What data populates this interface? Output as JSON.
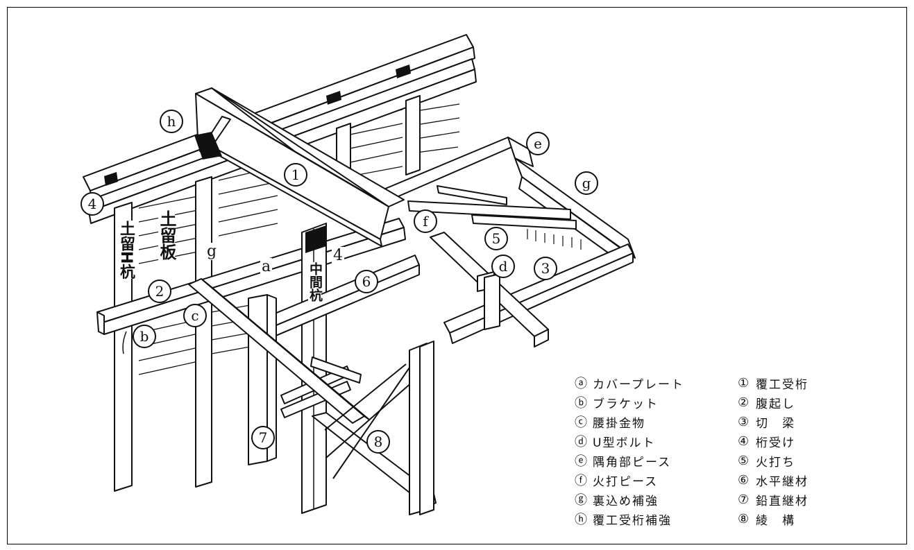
{
  "labels": {
    "circled": [
      {
        "id": "h",
        "text": "h"
      },
      {
        "id": "4a",
        "text": "4"
      },
      {
        "id": "1",
        "text": "1"
      },
      {
        "id": "e",
        "text": "e"
      },
      {
        "id": "g1",
        "text": "g"
      },
      {
        "id": "f",
        "text": "f"
      },
      {
        "id": "5",
        "text": "5"
      },
      {
        "id": "2",
        "text": "2"
      },
      {
        "id": "c",
        "text": "c"
      },
      {
        "id": "b",
        "text": "b"
      },
      {
        "id": "3",
        "text": "3"
      },
      {
        "id": "d",
        "text": "d"
      },
      {
        "id": "6",
        "text": "6"
      },
      {
        "id": "7",
        "text": "7"
      },
      {
        "id": "8",
        "text": "8"
      }
    ],
    "plain": [
      {
        "id": "g2",
        "text": "g"
      },
      {
        "id": "a",
        "text": "a"
      },
      {
        "id": "4b",
        "text": "4"
      }
    ],
    "vertical": [
      {
        "id": "dodome_h_kui",
        "text": "土留H杭"
      },
      {
        "id": "dodome_ita",
        "text": "土留板"
      },
      {
        "id": "chukan_kui",
        "text": "中間杭"
      }
    ]
  },
  "legend": [
    {
      "sym_left": "ⓐ",
      "text_left": "カバープレート",
      "sym_right": "①",
      "text_right": "覆工受桁"
    },
    {
      "sym_left": "ⓑ",
      "text_left": "ブラケット",
      "sym_right": "②",
      "text_right": "腹起し"
    },
    {
      "sym_left": "ⓒ",
      "text_left": "腰掛金物",
      "sym_right": "③",
      "text_right": "切　梁"
    },
    {
      "sym_left": "ⓓ",
      "text_left": "U型ボルト",
      "sym_right": "④",
      "text_right": "桁受け"
    },
    {
      "sym_left": "ⓔ",
      "text_left": "隅角部ピース",
      "sym_right": "⑤",
      "text_right": "火打ち"
    },
    {
      "sym_left": "ⓕ",
      "text_left": "火打ピース",
      "sym_right": "⑥",
      "text_right": "水平継材"
    },
    {
      "sym_left": "ⓖ",
      "text_left": "裏込め補強",
      "sym_right": "⑦",
      "text_right": "鉛直継材"
    },
    {
      "sym_left": "ⓗ",
      "text_left": "覆工受桁補強",
      "sym_right": "⑧",
      "text_right": "綾　構"
    }
  ]
}
